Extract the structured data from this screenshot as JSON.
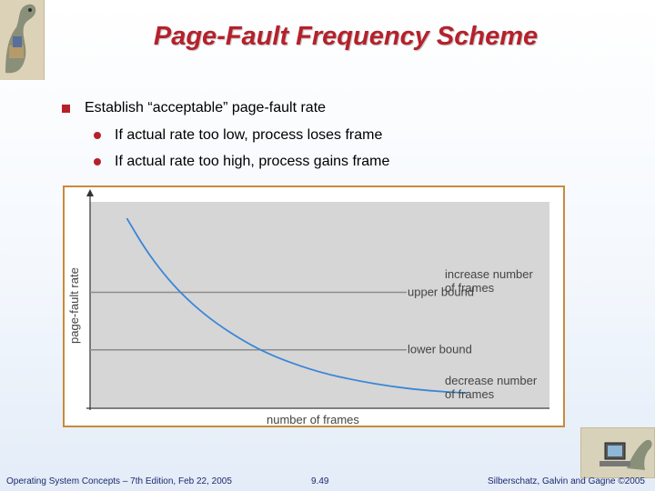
{
  "slide": {
    "title": "Page-Fault Frequency Scheme",
    "bullets": [
      {
        "text": "Establish “acceptable” page-fault rate",
        "level": 1
      },
      {
        "text": "If actual rate too low, process loses frame",
        "level": 2
      },
      {
        "text": "If actual rate too high, process gains frame",
        "level": 2
      }
    ],
    "colors": {
      "title": "#b5212b",
      "bullet": "#b5212b",
      "footer": "#1c2a6e",
      "frame": "#c98a3a",
      "plot_bg": "#d6d6d6",
      "curve": "#3a86d6"
    },
    "logo_top_icon": "dinosaur-logo-icon",
    "logo_bottom_icon": "dinosaur-computer-icon"
  },
  "chart_data": {
    "type": "line",
    "xlabel": "number of frames",
    "ylabel": "page-fault rate",
    "annotations": {
      "increase": [
        "increase number",
        "of frames"
      ],
      "upper": "upper bound",
      "lower": "lower bound",
      "decrease": [
        "decrease number",
        "of frames"
      ]
    },
    "upper_bound": 0.56,
    "lower_bound": 0.28,
    "series": [
      {
        "x": [
          0.08,
          0.12,
          0.16,
          0.2,
          0.25,
          0.3,
          0.36,
          0.42,
          0.5,
          0.58,
          0.66,
          0.74,
          0.82
        ],
        "y": [
          0.92,
          0.77,
          0.65,
          0.55,
          0.45,
          0.37,
          0.29,
          0.23,
          0.17,
          0.13,
          0.1,
          0.08,
          0.07
        ]
      }
    ],
    "xlim": [
      0,
      1
    ],
    "ylim": [
      0,
      1
    ]
  },
  "footer": {
    "left": "Operating System Concepts – 7th Edition, Feb 22, 2005",
    "center": "9.49",
    "right": "Silberschatz, Galvin and Gagne ©2005"
  }
}
